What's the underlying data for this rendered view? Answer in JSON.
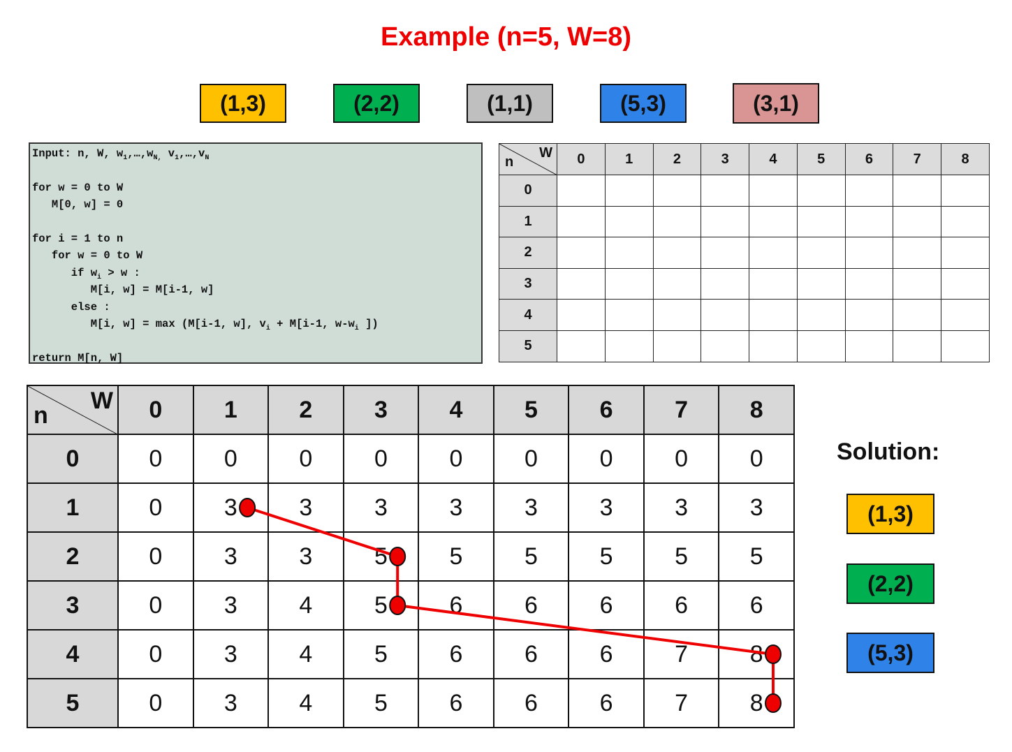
{
  "title": "Example (n=5, W=8)",
  "title_color": "#ee0000",
  "items": [
    {
      "label": "(1,3)",
      "color": "#ffc000"
    },
    {
      "label": "(2,2)",
      "color": "#00b050"
    },
    {
      "label": "(1,1)",
      "color": "#bfbfbf"
    },
    {
      "label": "(5,3)",
      "color": "#2f82e8"
    },
    {
      "label": "(3,1)",
      "color": "#d99594"
    }
  ],
  "pseudocode": {
    "l1": "Input: n, W, w",
    "l2": "for w = 0 to W",
    "l3": "   M[0, w] = 0",
    "l4": "for i = 1 to n",
    "l5": "   for w = 0 to W",
    "l6": "      if w",
    "l7": "         M[i, w] = M[i-1, w]",
    "l8": "      else :",
    "l9": "         M[i, w] = max (M[i-1, w], v",
    "l10": "return M[n, W]"
  },
  "table": {
    "corner_n": "n",
    "corner_w": "W",
    "columns": [
      "0",
      "1",
      "2",
      "3",
      "4",
      "5",
      "6",
      "7",
      "8"
    ],
    "rows": [
      "0",
      "1",
      "2",
      "3",
      "4",
      "5"
    ],
    "values": [
      [
        "0",
        "0",
        "0",
        "0",
        "0",
        "0",
        "0",
        "0",
        "0"
      ],
      [
        "0",
        "3",
        "3",
        "3",
        "3",
        "3",
        "3",
        "3",
        "3"
      ],
      [
        "0",
        "3",
        "3",
        "5",
        "5",
        "5",
        "5",
        "5",
        "5"
      ],
      [
        "0",
        "3",
        "4",
        "5",
        "6",
        "6",
        "6",
        "6",
        "6"
      ],
      [
        "0",
        "3",
        "4",
        "5",
        "6",
        "6",
        "6",
        "7",
        "8"
      ],
      [
        "0",
        "3",
        "4",
        "5",
        "6",
        "6",
        "6",
        "7",
        "8"
      ]
    ]
  },
  "traceback_color": "#ee0000",
  "solution": {
    "label": "Solution:",
    "items": [
      {
        "label": "(1,3)",
        "color": "#ffc000"
      },
      {
        "label": "(2,2)",
        "color": "#00b050"
      },
      {
        "label": "(5,3)",
        "color": "#2f82e8"
      }
    ]
  }
}
